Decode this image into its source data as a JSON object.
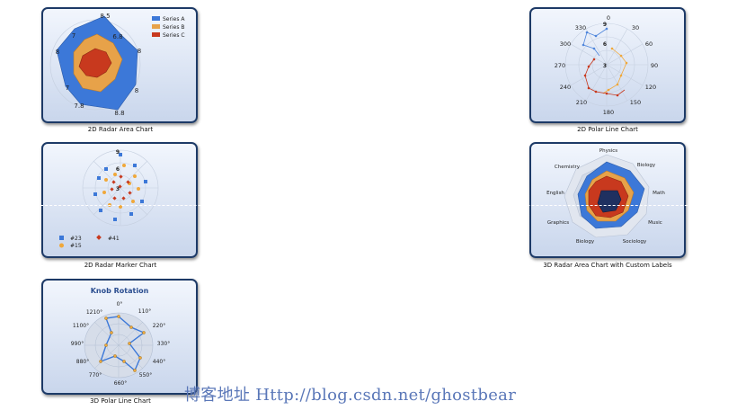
{
  "charts": {
    "radar_area": {
      "caption": "2D Radar Area Chart",
      "legend": [
        "Series A",
        "Series B",
        "Series C"
      ],
      "colors": [
        "#3c78d8",
        "#e7a249",
        "#c8391e"
      ],
      "point_labels": [
        "8.5",
        "6.8",
        "8",
        "8",
        "8.8",
        "7.8",
        "7",
        "8",
        "7"
      ]
    },
    "polar_line": {
      "caption": "2D Polar Line Chart",
      "angles": [
        "0",
        "30",
        "60",
        "90",
        "120",
        "150",
        "180",
        "210",
        "240",
        "270",
        "300",
        "330"
      ],
      "radial": [
        "9",
        "6",
        "3"
      ]
    },
    "radar_marker": {
      "caption": "2D Radar Marker Chart",
      "radial": [
        "9",
        "6",
        "3"
      ],
      "legend": [
        "#23",
        "#41",
        "#15"
      ]
    },
    "radar_3d": {
      "caption": "3D Radar Area Chart with Custom Labels",
      "labels": [
        "Physics",
        "Biology",
        "Math",
        "Music",
        "Sociology",
        "Biology",
        "Graphics",
        "English",
        "Chemistry"
      ]
    },
    "polar_3d": {
      "caption": "3D Polar Line Chart",
      "title": "Knob Rotation",
      "angles": [
        "0°",
        "110°",
        "220°",
        "330°",
        "440°",
        "550°",
        "660°",
        "770°",
        "880°",
        "990°",
        "1100°",
        "1210°"
      ]
    }
  },
  "watermark": "博客地址 Http://blog.csdn.net/ghostbear"
}
